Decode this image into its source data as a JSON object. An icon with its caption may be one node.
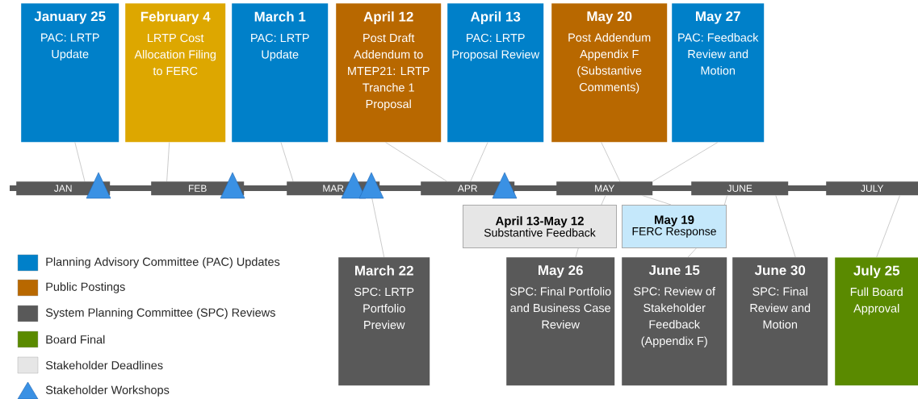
{
  "diagram": {
    "nodes": [
      {
        "text": [
          "January 25",
          "PAC: LRTP Update"
        ]
      },
      {
        "text": [
          "February 4",
          "LRTP Cost Allocation Filing to FERC"
        ]
      },
      {
        "text": [
          "March 1",
          "PAC: LRTP Update"
        ]
      },
      {
        "text": [
          "April 12",
          "Post Draft Addendum to MTEP21: LRTP Tranche 1 Proposal"
        ]
      },
      {
        "text": [
          "April 13",
          "PAC: LRTP Proposal Review"
        ]
      },
      {
        "text": [
          "May 20",
          "Post Addendum Appendix F (Substantive Comments)"
        ]
      },
      {
        "text": [
          "May 27",
          "PAC: Feedback Review and Motion"
        ]
      },
      {
        "text": [
          "JAN"
        ]
      },
      {
        "text": [
          "FEB"
        ]
      },
      {
        "text": [
          "MAR"
        ]
      },
      {
        "text": [
          "APR"
        ]
      },
      {
        "text": [
          "MAY"
        ]
      },
      {
        "text": [
          "JUNE"
        ]
      },
      {
        "text": [
          "JULY"
        ]
      },
      {
        "text": [
          "April 13-May 12",
          "Substantive Feedback"
        ]
      },
      {
        "text": [
          "May 19",
          "FERC Response"
        ]
      },
      {
        "text": [
          "March 22",
          "SPC: LRTP Portfolio Preview"
        ]
      },
      {
        "text": [
          "May 26",
          "SPC: Final Portfolio and Business Case Review"
        ]
      },
      {
        "text": [
          "June 15",
          "SPC: Review of Stakeholder Feedback (Appendix F)"
        ]
      },
      {
        "text": [
          "June 30",
          "SPC: Final Review and Motion"
        ]
      },
      {
        "text": [
          "July 25",
          "Full Board Approval"
        ]
      }
    ],
    "edges": [
      {
        "from": 0,
        "to": 7,
        "arrow": "none"
      },
      {
        "from": 1,
        "to": 8,
        "arrow": "none"
      },
      {
        "from": 2,
        "to": 9,
        "arrow": "none"
      },
      {
        "from": 3,
        "to": 10,
        "arrow": "none"
      },
      {
        "from": 4,
        "to": 10,
        "arrow": "none"
      },
      {
        "from": 5,
        "to": 11,
        "arrow": "none"
      },
      {
        "from": 6,
        "to": 11,
        "arrow": "none"
      },
      {
        "from": 9,
        "to": 16,
        "arrow": "none"
      },
      {
        "from": 11,
        "to": 14,
        "arrow": "none"
      },
      {
        "from": 11,
        "to": 15,
        "arrow": "none"
      },
      {
        "from": 12,
        "to": 15,
        "arrow": "none"
      },
      {
        "from": 14,
        "to": 17,
        "arrow": "none"
      },
      {
        "from": 15,
        "to": 18,
        "arrow": "none"
      },
      {
        "from": 12,
        "to": 19,
        "arrow": "none"
      },
      {
        "from": 13,
        "to": 20,
        "arrow": "none"
      }
    ],
    "legend": [
      {
        "text": "Planning Advisory Committee (PAC) Updates",
        "color": "#0080c9"
      },
      {
        "text": "Public Postings",
        "color": "#b86800"
      },
      {
        "text": "System Planning Committee (SPC) Reviews",
        "color": "#595959"
      },
      {
        "text": "Board Final",
        "color": "#5a8a00"
      },
      {
        "text": "Stakeholder Deadlines",
        "color": "#e6e6e6"
      },
      {
        "text": "Stakeholder Workshops"
      }
    ]
  }
}
